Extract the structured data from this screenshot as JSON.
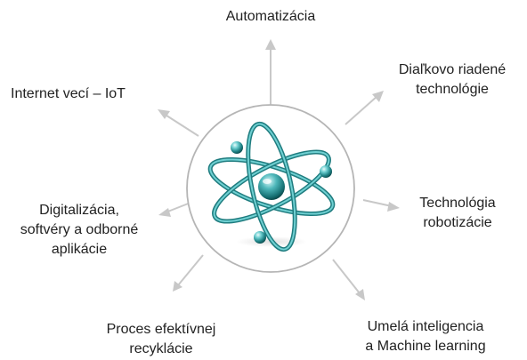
{
  "diagram": {
    "nodes": [
      {
        "id": "automation",
        "lines": [
          "Automatizácia"
        ]
      },
      {
        "id": "remote",
        "lines": [
          "Diaľkovo riadené",
          "technológie"
        ]
      },
      {
        "id": "robotics",
        "lines": [
          "Technológia",
          "robotizácie"
        ]
      },
      {
        "id": "ai",
        "lines": [
          "Umelá inteligencia",
          "a Machine learning"
        ]
      },
      {
        "id": "recycling",
        "lines": [
          "Proces efektívnej",
          "recyklácie"
        ]
      },
      {
        "id": "digital",
        "lines": [
          "Digitalizácia,",
          "softvéry a odborné",
          "aplikácie"
        ]
      },
      {
        "id": "iot",
        "lines": [
          "Internet vecí – IoT"
        ]
      }
    ],
    "center_icon": "atom-icon",
    "colors": {
      "arrow": "#c8c8c8",
      "circle": "#b5b5b5",
      "orbit": "#2d9b9e",
      "nucleus": "#2a8f92",
      "text": "#222222"
    }
  }
}
